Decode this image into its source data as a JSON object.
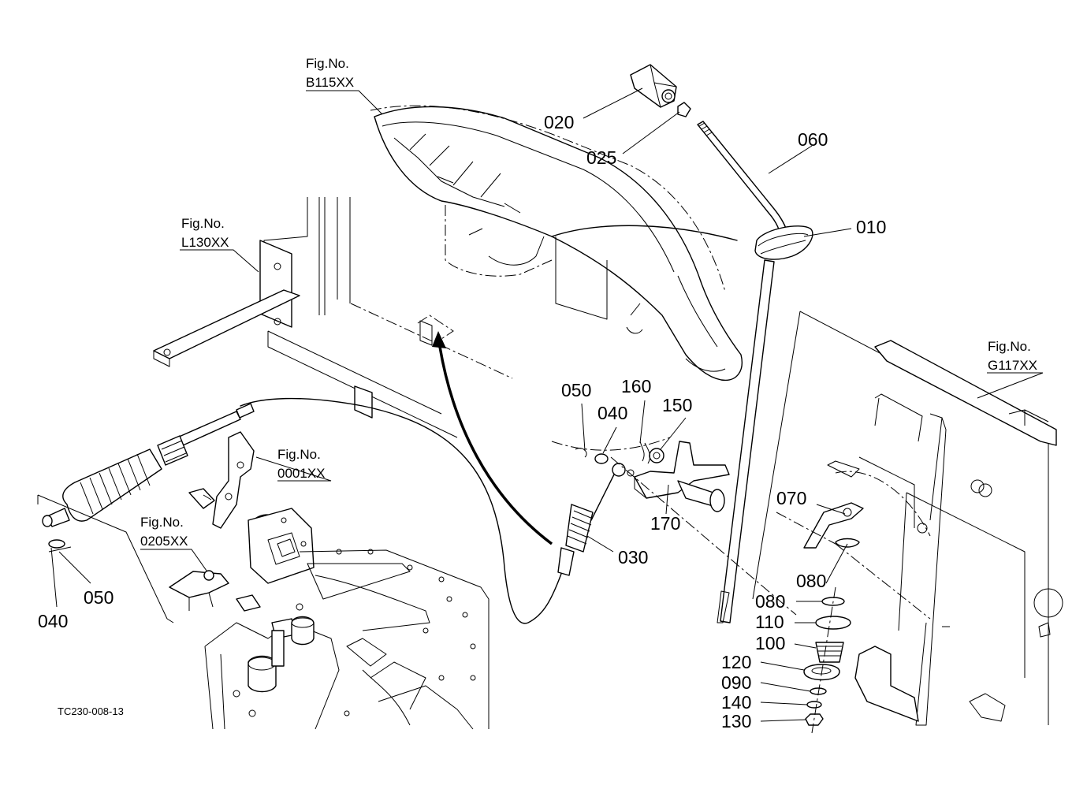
{
  "fig_refs": [
    {
      "id": "b115",
      "label": "Fig.No.",
      "code": "B115XX"
    },
    {
      "id": "l130",
      "label": "Fig.No.",
      "code": "L130XX"
    },
    {
      "id": "g117",
      "label": "Fig.No.",
      "code": "G117XX"
    },
    {
      "id": "0001",
      "label": "Fig.No.",
      "code": "0001XX"
    },
    {
      "id": "0205",
      "label": "Fig.No.",
      "code": "0205XX"
    }
  ],
  "parts": {
    "p020": "020",
    "p025": "025",
    "p060": "060",
    "p010": "010",
    "p050a": "050",
    "p040a": "040",
    "p160": "160",
    "p150": "150",
    "p170": "170",
    "p030": "030",
    "p070": "070",
    "p080a": "080",
    "p080b": "080",
    "p110": "110",
    "p100": "100",
    "p120": "120",
    "p090": "090",
    "p140": "140",
    "p130": "130",
    "p040b": "040",
    "p050b": "050"
  },
  "drawing_code": "TC230-008-13"
}
